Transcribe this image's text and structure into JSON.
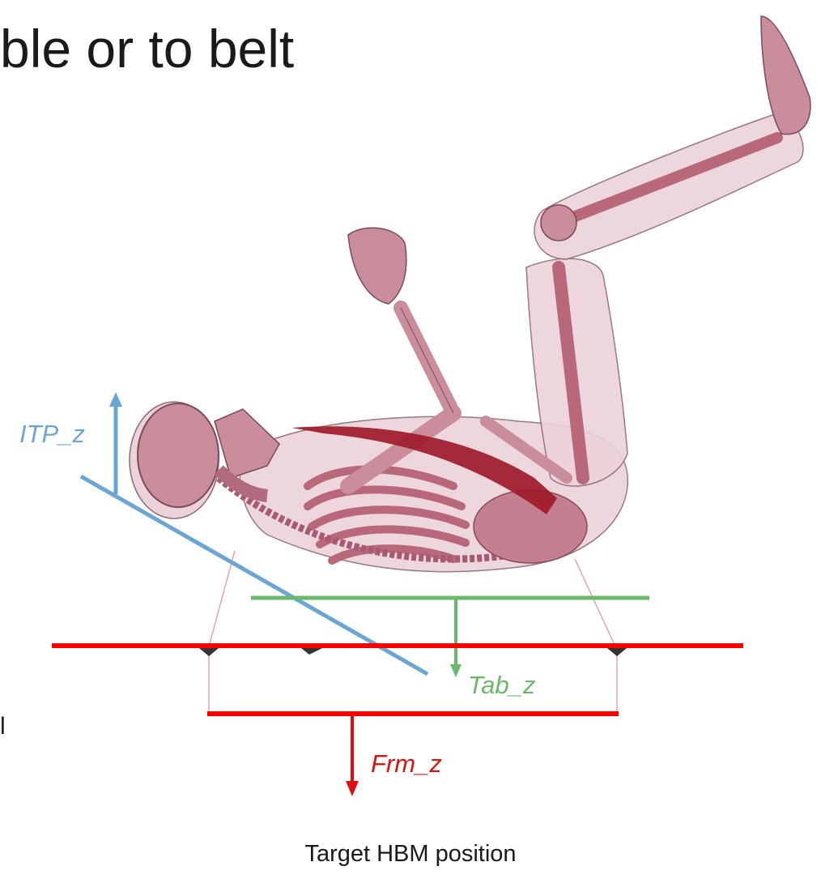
{
  "slide": {
    "title_fragment": "ble or to belt",
    "left_edge_text": "l",
    "caption": "Target HBM position"
  },
  "labels": {
    "itp": "ITP_z",
    "tab": "Tab_z",
    "frm": "Frm_z"
  },
  "colors": {
    "itp": "#6aa6d4",
    "tab": "#6ab96a",
    "frm": "#e01010",
    "frame_bar": "#ff0000",
    "body": "#c98d9b",
    "bone": "#b9687c",
    "belt": "#9e1a2a"
  },
  "icons": {
    "model": "human-body-model-figure"
  }
}
